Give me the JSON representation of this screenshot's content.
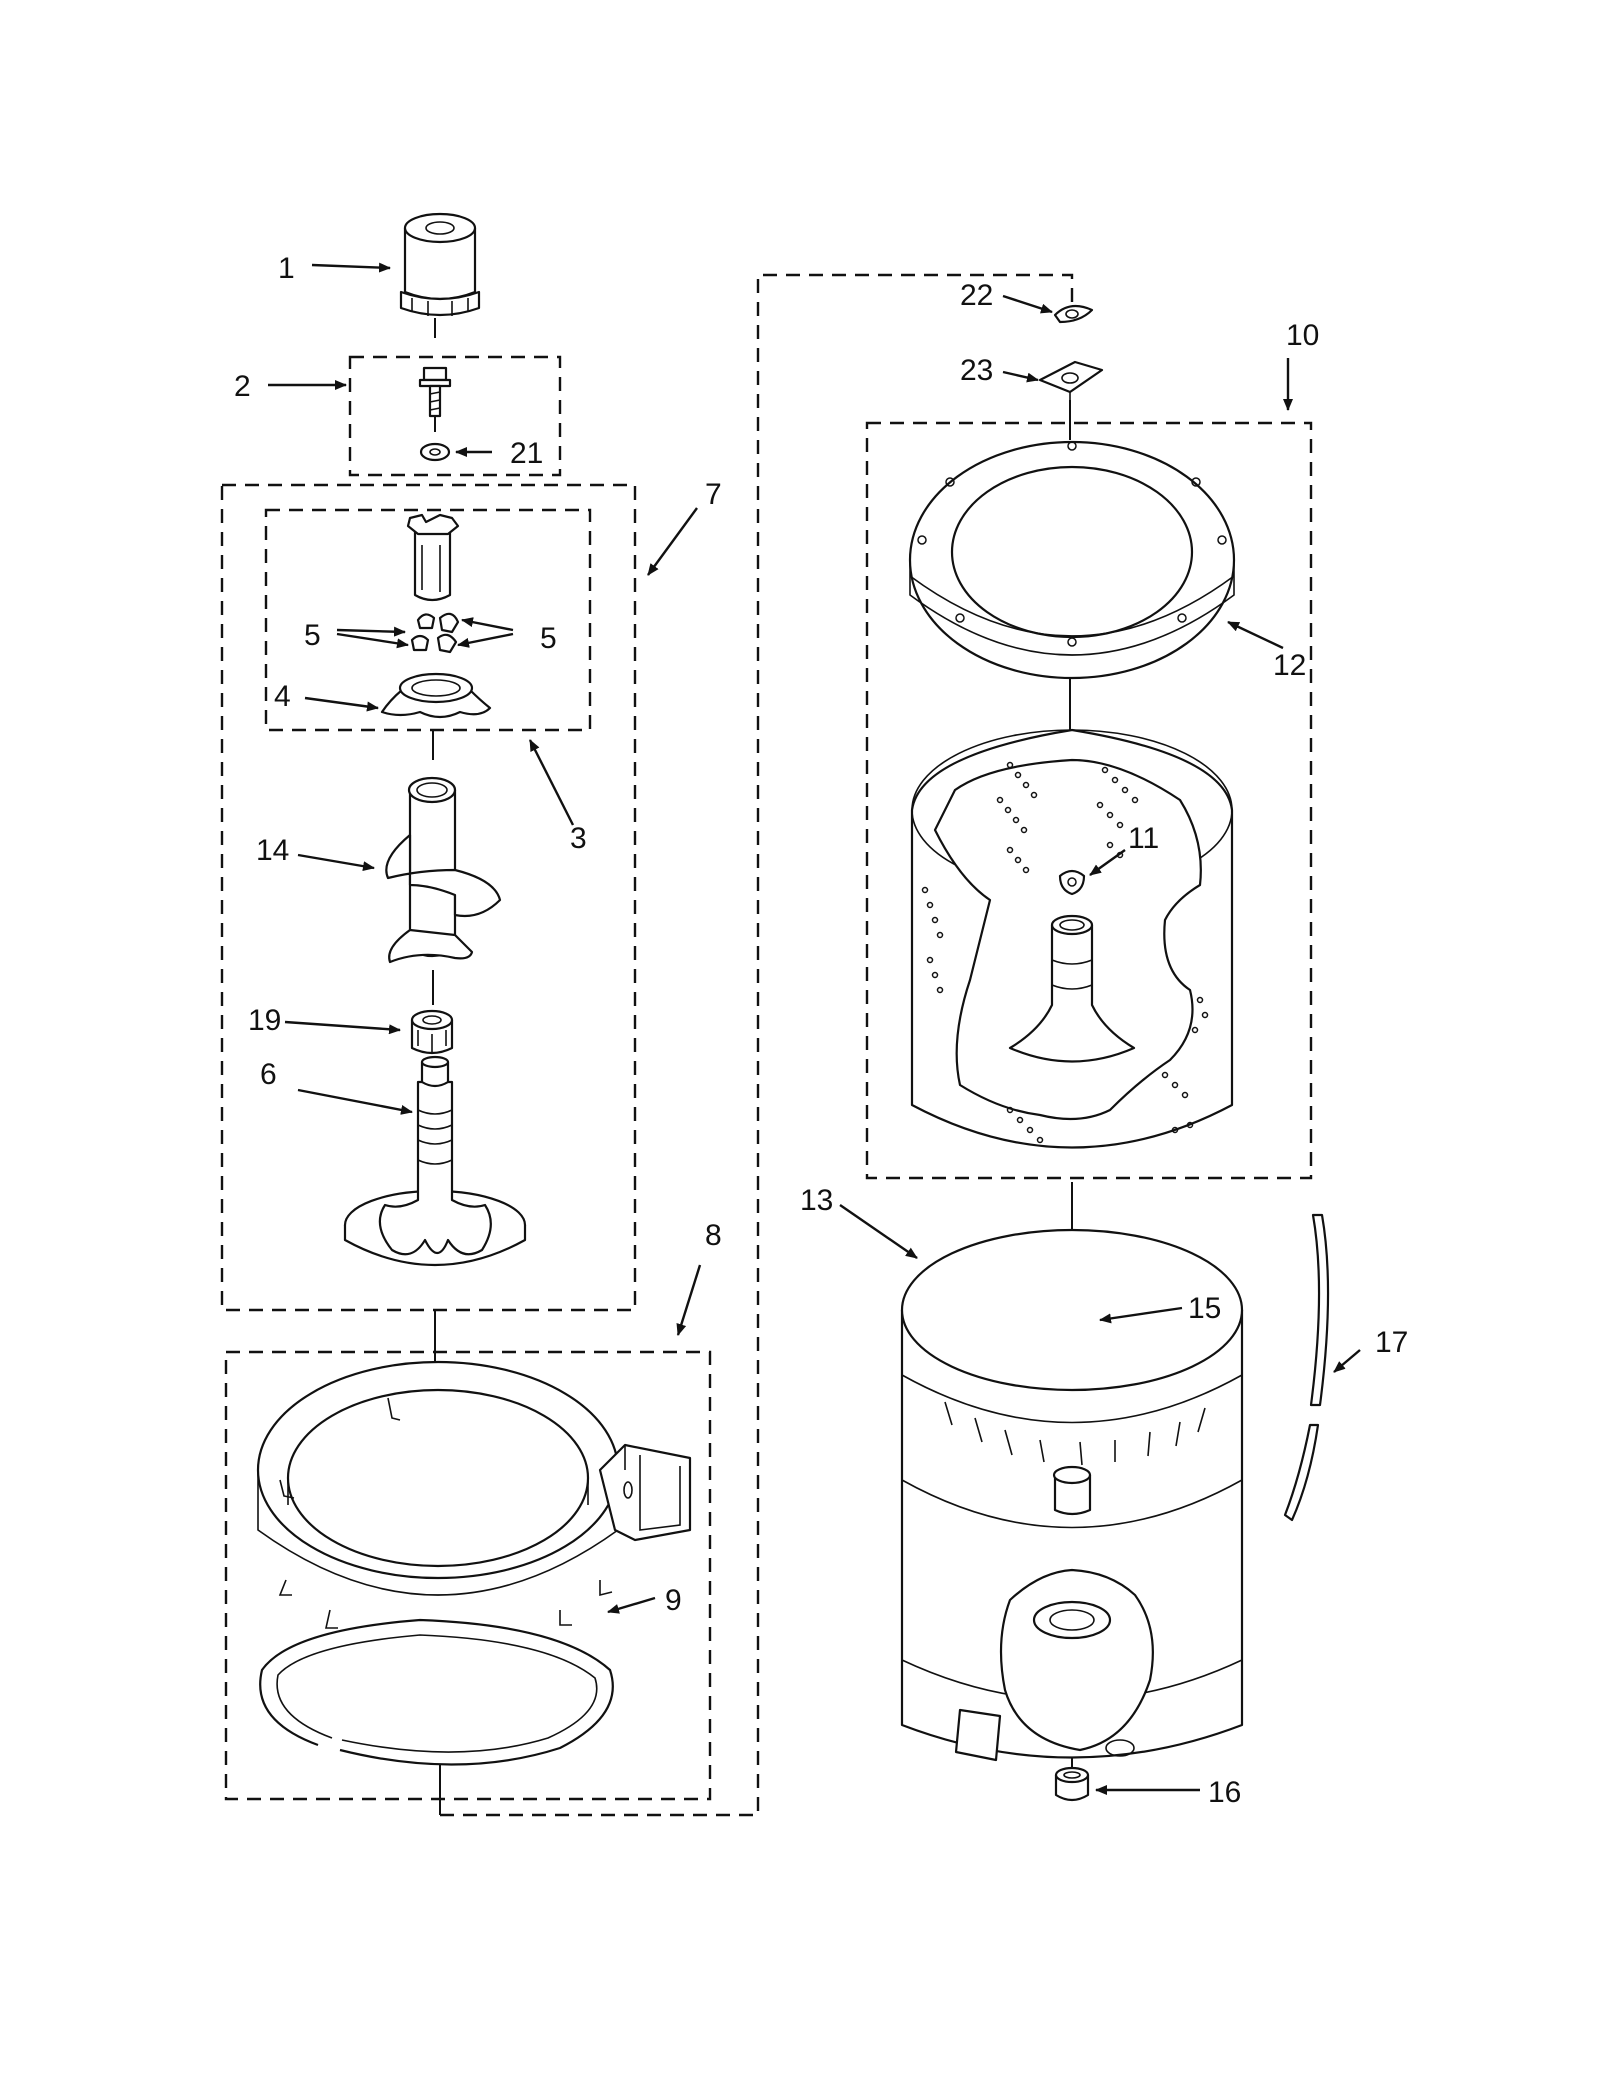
{
  "callouts": {
    "c1": "1",
    "c2": "2",
    "c3": "3",
    "c4": "4",
    "c5a": "5",
    "c5b": "5",
    "c6": "6",
    "c7": "7",
    "c8": "8",
    "c9": "9",
    "c10": "10",
    "c11": "11",
    "c12": "12",
    "c13": "13",
    "c14": "14",
    "c15": "15",
    "c16": "16",
    "c17": "17",
    "c19": "19",
    "c21": "21",
    "c22": "22",
    "c23": "23"
  }
}
